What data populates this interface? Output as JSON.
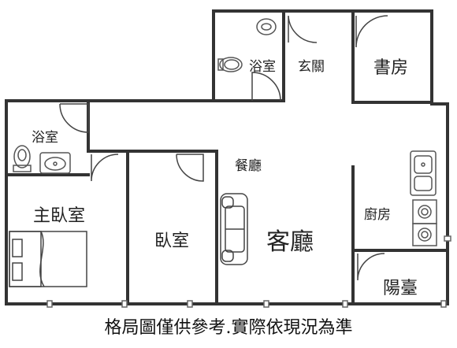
{
  "title": "",
  "rooms": {
    "bath_top": "浴室",
    "entry": "玄關",
    "study": "書房",
    "bath_left": "浴室",
    "dining": "餐廳",
    "master": "主臥室",
    "bedroom": "臥室",
    "living": "客廳",
    "kitchen": "廚房",
    "balcony": "陽臺"
  },
  "disclaimer": "格局圖僅供參考.實際依現況為準",
  "colors": {
    "wall": "#333333",
    "fixture": "#555555",
    "window": "#666666"
  }
}
